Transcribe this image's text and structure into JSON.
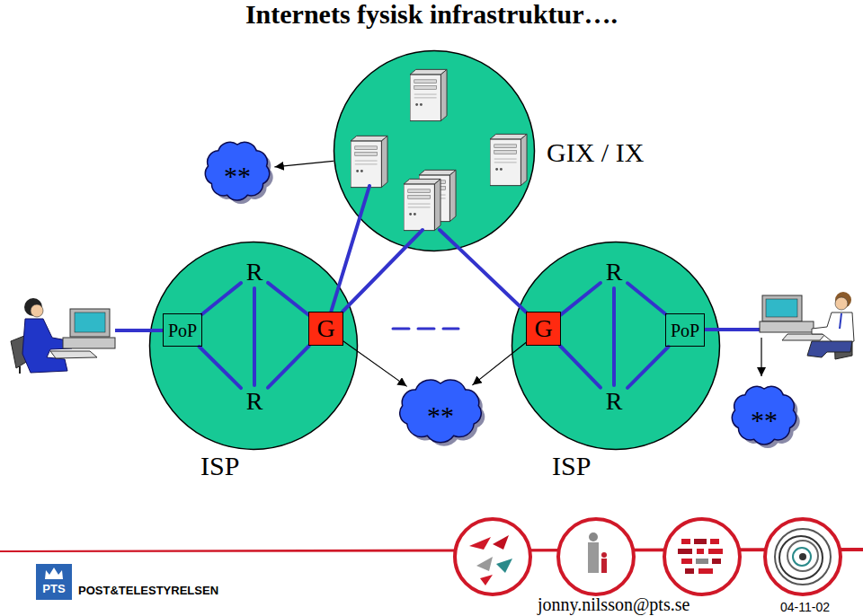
{
  "diagram": {
    "title": "Internets fysisk infrastruktur….",
    "nodes": [
      {
        "text": [
          "GIX / IX"
        ]
      },
      {
        "text": [
          "**"
        ]
      },
      {
        "text": [
          "ISP"
        ]
      },
      {
        "text": [
          "R"
        ],
        "in": 2
      },
      {
        "text": [
          "PoP"
        ],
        "in": 2
      },
      {
        "text": [
          "G"
        ],
        "in": 2
      },
      {
        "text": [
          "R"
        ],
        "in": 2
      },
      {
        "text": [
          "ISP"
        ]
      },
      {
        "text": [
          "R"
        ],
        "in": 7
      },
      {
        "text": [
          "G"
        ],
        "in": 7
      },
      {
        "text": [
          "PoP"
        ],
        "in": 7
      },
      {
        "text": [
          "R"
        ],
        "in": 7
      },
      {
        "text": [
          "**"
        ]
      },
      {
        "text": [
          "**"
        ]
      }
    ],
    "edges": [
      {
        "from": 0,
        "to": 1,
        "arrow": "to"
      },
      {
        "from": 4,
        "to": 3,
        "arrow": "none"
      },
      {
        "from": 4,
        "to": 6,
        "arrow": "none"
      },
      {
        "from": 3,
        "to": 6,
        "arrow": "none"
      },
      {
        "from": 3,
        "to": 5,
        "arrow": "none"
      },
      {
        "from": 6,
        "to": 5,
        "arrow": "none"
      },
      {
        "from": 5,
        "to": 0,
        "arrow": "none"
      },
      {
        "from": 5,
        "to": 0,
        "arrow": "none"
      },
      {
        "from": 10,
        "to": 8,
        "arrow": "none"
      },
      {
        "from": 10,
        "to": 11,
        "arrow": "none"
      },
      {
        "from": 8,
        "to": 11,
        "arrow": "none"
      },
      {
        "from": 8,
        "to": 9,
        "arrow": "none"
      },
      {
        "from": 11,
        "to": 9,
        "arrow": "none"
      },
      {
        "from": 9,
        "to": 0,
        "arrow": "none"
      },
      {
        "from": 5,
        "to": 9,
        "arrow": "none"
      },
      {
        "from": 5,
        "to": 12,
        "arrow": "to"
      },
      {
        "from": 9,
        "to": 12,
        "arrow": "to"
      }
    ],
    "labels": [
      "PTS",
      "POST&TELESTYRELSEN",
      "jonny.nilsson@pts.se",
      "04-11-02"
    ]
  }
}
